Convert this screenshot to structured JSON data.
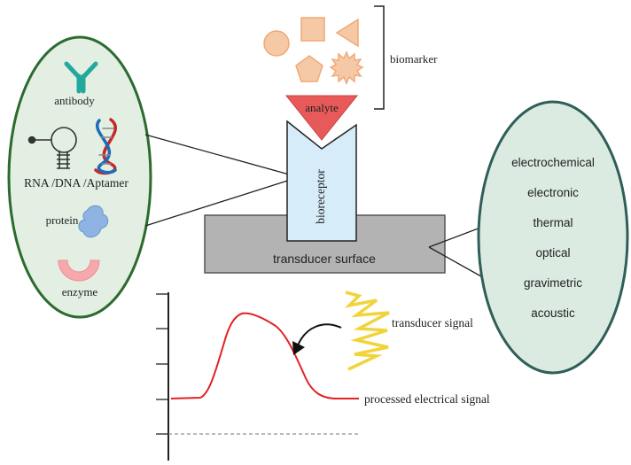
{
  "biomarker": {
    "label": "biomarker",
    "shapes": [
      "circle",
      "square",
      "triangle",
      "pentagon",
      "star-burst"
    ],
    "color": "#f5c9a6",
    "stroke": "#f0a978"
  },
  "analyte": {
    "label": "analyte",
    "color": "#e85a5a"
  },
  "bioreceptor": {
    "label": "bioreceptor",
    "color": "#d6ecf8"
  },
  "transducer": {
    "label": "transducer surface",
    "color": "#b3b3b3"
  },
  "receptor_types": {
    "antibody": "antibody",
    "nucleic": "RNA /DNA /Aptamer",
    "protein": "protein",
    "enzyme": "enzyme",
    "fill": "#e2efe2",
    "border": "#2c6b2f"
  },
  "transducer_types": {
    "items": [
      "electrochemical",
      "electronic",
      "thermal",
      "optical",
      "gravimetric",
      "acoustic"
    ],
    "fill": "#dcebe2",
    "border": "#2f5e58"
  },
  "signals": {
    "transducer_signal": "transducer signal",
    "processed_signal": "processed electrical signal",
    "signal_color": "#e32222",
    "zigzag_color": "#f1d43b"
  }
}
